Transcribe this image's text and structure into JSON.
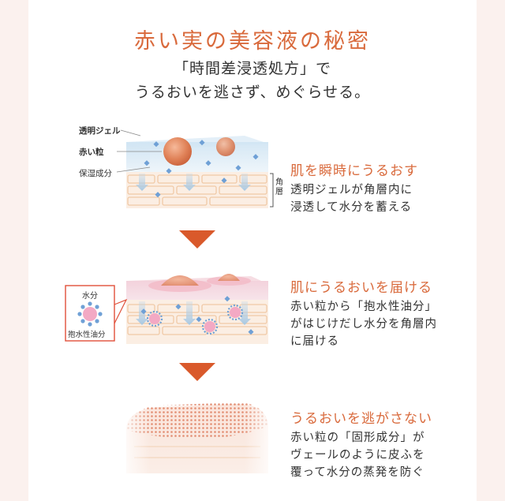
{
  "header": {
    "title": "赤い実の美容液の秘密",
    "subtitle_line1": "「時間差浸透処方」で",
    "subtitle_line2": "うるおいを逃さず、めぐらせる。"
  },
  "diagram1": {
    "label_gel": "透明ジェル",
    "label_red": "赤い粒",
    "label_moist": "保湿成分",
    "label_stratum": "角層"
  },
  "diagram2": {
    "label_water": "水分",
    "label_oil": "抱水性油分"
  },
  "steps": [
    {
      "heading": "肌を瞬時にうるおす",
      "body_line1": "透明ジェルが角層内に",
      "body_line2": "浸透して水分を蓄える"
    },
    {
      "heading": "肌にうるおいを届ける",
      "body_line1": "赤い粒から「抱水性油分」",
      "body_line2": "がはじけだし水分を角層内",
      "body_line3": "に届ける"
    },
    {
      "heading": "うるおいを逃がさない",
      "body_line1": "赤い粒の「固形成分」が",
      "body_line2": "ヴェールのように皮ふを",
      "body_line3": "覆って水分の蒸発を防ぐ"
    }
  ],
  "colors": {
    "accent": "#d96a3c",
    "arrow": "#d9592b",
    "panel": "#ffffff",
    "background": "#fbf1ee"
  }
}
